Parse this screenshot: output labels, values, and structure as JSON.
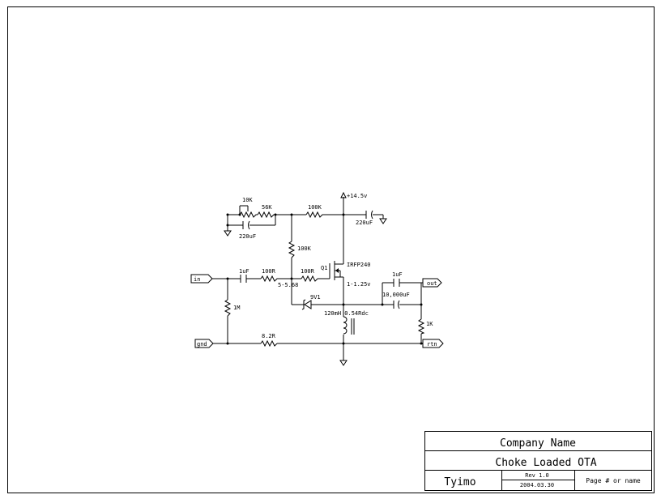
{
  "schematic": {
    "components": {
      "r10k": "10K",
      "r56k": "56K",
      "c220_left": "220uF",
      "r100k_top": "100K",
      "supply": "+14.5v",
      "c220_right": "220uF",
      "r100k_vert": "100K",
      "q1_ref": "Q1",
      "q1_part": "IRFP240",
      "c1uf_in": "1uF",
      "r100r_in": "100R",
      "r100r_gate": "100R",
      "gate_volt": "5-5.68",
      "src_volt": "1-1.25v",
      "zener": "9V1",
      "c1uf_out": "1uF",
      "c10000": "10,000uF",
      "choke": "120mH 0.54Rdc",
      "r1m": "1M",
      "r1k": "1K",
      "r82": "8.2R"
    },
    "ports": {
      "in": "in",
      "out": "out",
      "gnd": "gnd",
      "rtn": "rtn"
    }
  },
  "title_block": {
    "company": "Company Name",
    "title": "Choke Loaded OTA",
    "author": "Tyimo",
    "rev": "Rev 1.0",
    "date": "2004.03.30",
    "page": "Page # or name"
  }
}
